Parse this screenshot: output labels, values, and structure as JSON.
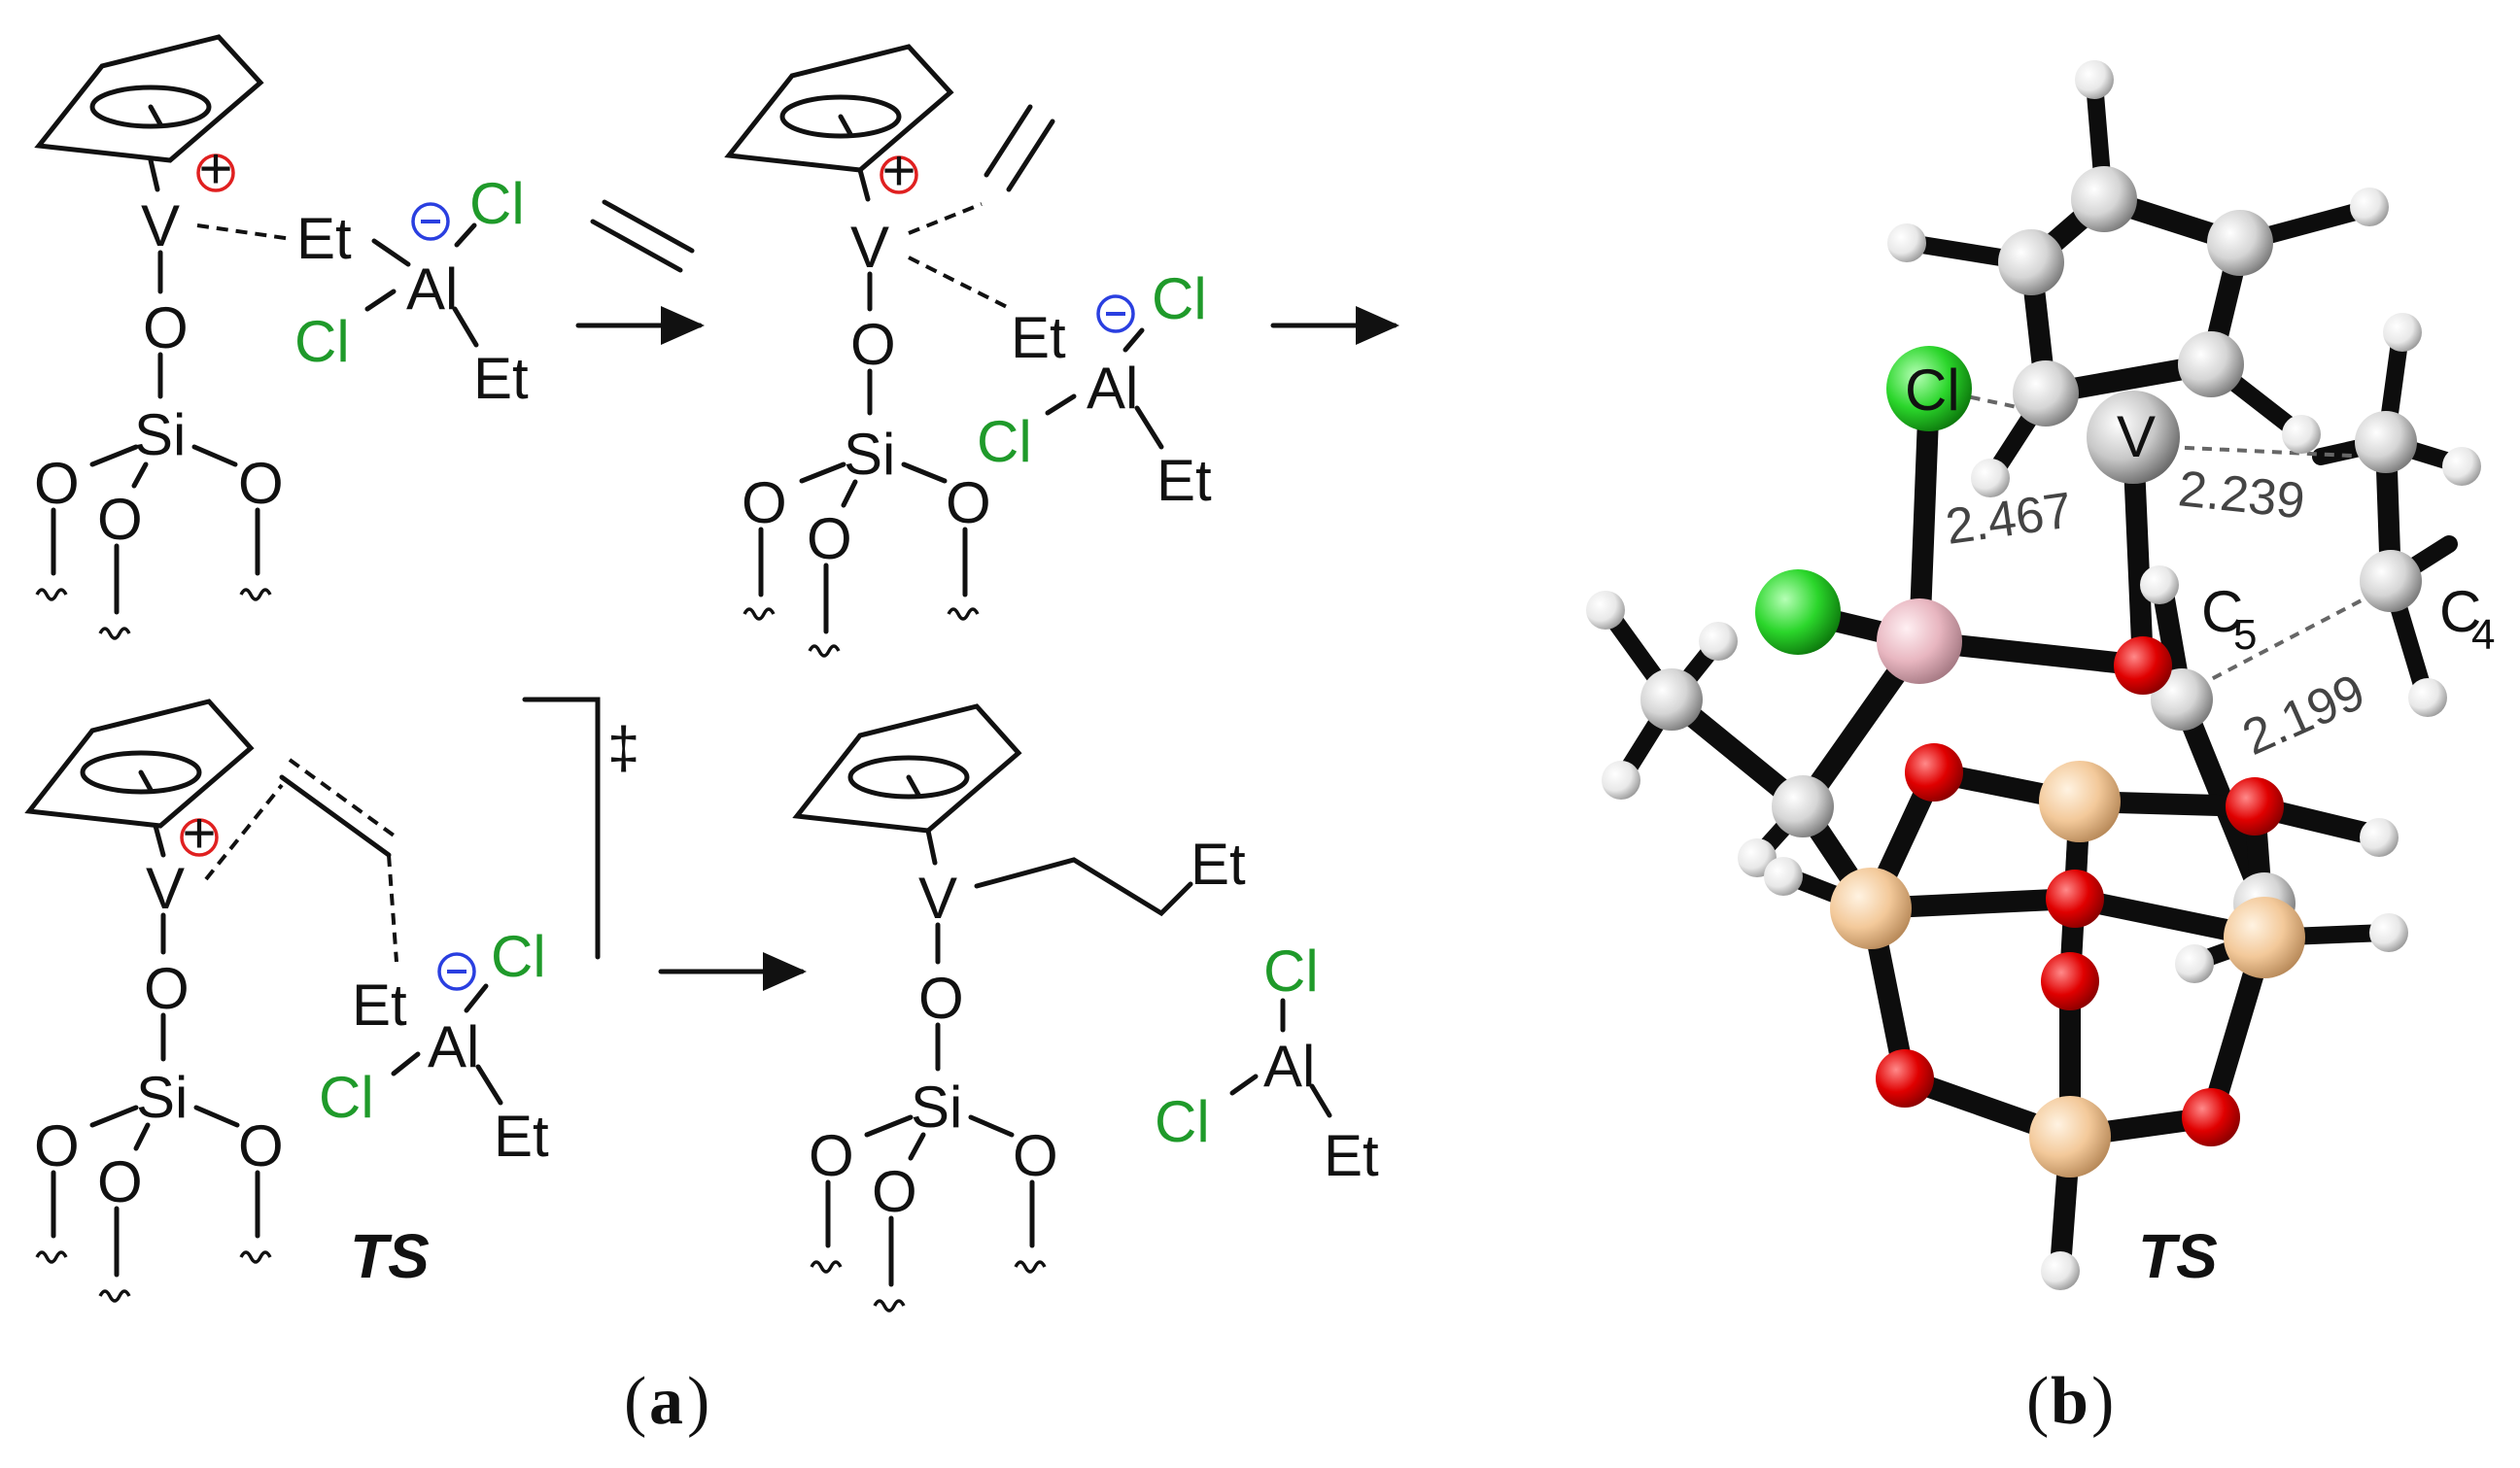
{
  "panel_a": {
    "label_open": "(",
    "label_letter": "a",
    "label_close": ")",
    "species": {
      "V": "V",
      "O": "O",
      "Si": "Si",
      "Al": "Al",
      "Cl": "Cl",
      "Et": "Et"
    },
    "charges": {
      "plus": "+",
      "minus": "−"
    },
    "ts_label": "TS",
    "double_dagger": "‡"
  },
  "panel_b": {
    "label_open": "(",
    "label_letter": "b",
    "label_close": ")",
    "atom_labels": {
      "Cl": "Cl",
      "V": "V",
      "C5": "C",
      "C5_sub": "5",
      "C4": "C",
      "C4_sub": "4"
    },
    "distances": [
      "2.467",
      "2.239",
      "2.199"
    ],
    "ts_label": "TS"
  },
  "colors": {
    "chlorine": "#1f9a2a",
    "plus_charge": "#e02020",
    "minus_charge": "#2a3fe0",
    "oxygen_atom": "#e00000",
    "silicon_atom": "#f3c99a",
    "aluminum_atom": "#e8b6c0",
    "chlorine_atom": "#2bd62b",
    "vanadium_atom": "#c8c8c8"
  }
}
